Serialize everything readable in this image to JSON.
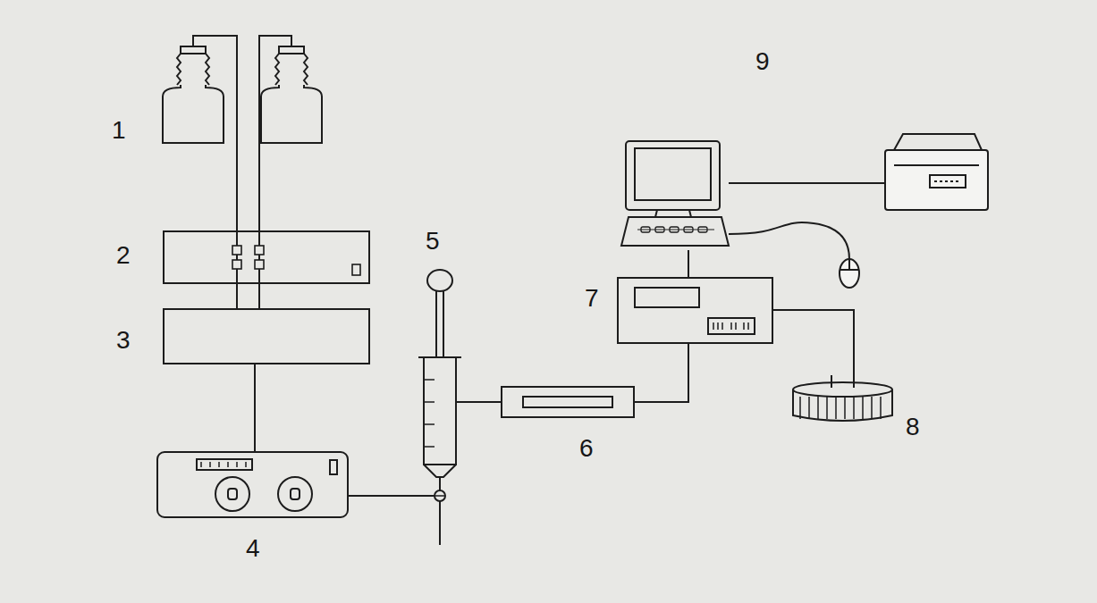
{
  "diagram": {
    "nodes": [
      {
        "text": [
          "1"
        ]
      },
      {
        "text": [
          "2"
        ]
      },
      {
        "text": [
          "3"
        ]
      },
      {
        "text": [
          "4"
        ]
      },
      {
        "text": [
          "5"
        ]
      },
      {
        "text": [
          "6"
        ]
      },
      {
        "text": [
          "7"
        ]
      },
      {
        "text": [
          "8"
        ]
      },
      {
        "text": [
          "9"
        ]
      }
    ],
    "edges": [
      {
        "from": 0,
        "to": 1,
        "arrow": "none"
      },
      {
        "from": 1,
        "to": 2,
        "arrow": "none"
      },
      {
        "from": 2,
        "to": 3,
        "arrow": "none"
      },
      {
        "from": 3,
        "to": 4,
        "arrow": "none"
      },
      {
        "from": 4,
        "to": 5,
        "arrow": "none"
      },
      {
        "from": 5,
        "to": 6,
        "arrow": "none"
      },
      {
        "from": 6,
        "to": 8,
        "arrow": "none"
      },
      {
        "from": 6,
        "to": 7,
        "arrow": "none"
      }
    ]
  }
}
